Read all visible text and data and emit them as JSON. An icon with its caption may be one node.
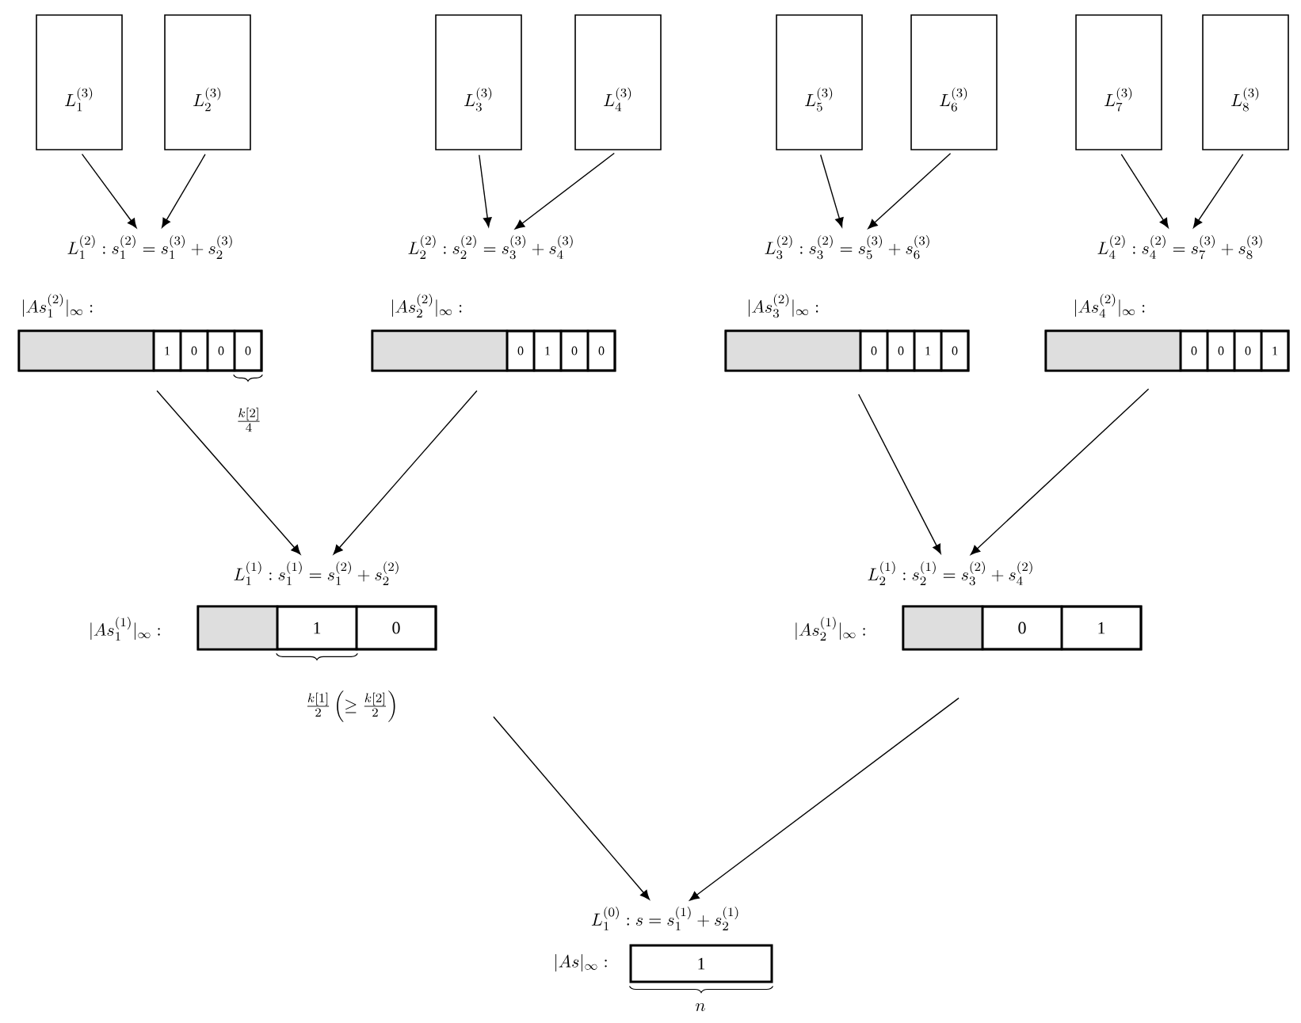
{
  "diagram": {
    "nodes": [
      {
        "text": [
          "L_1^{(3)}"
        ]
      },
      {
        "text": [
          "L_2^{(3)}"
        ]
      },
      {
        "text": [
          "L_3^{(3)}"
        ]
      },
      {
        "text": [
          "L_4^{(3)}"
        ]
      },
      {
        "text": [
          "L_5^{(3)}"
        ]
      },
      {
        "text": [
          "L_6^{(3)}"
        ]
      },
      {
        "text": [
          "L_7^{(3)}"
        ]
      },
      {
        "text": [
          "L_8^{(3)}"
        ]
      },
      {
        "text": [
          "L_1^{(2)}: s_1^{(2)} = s_1^{(3)} + s_2^{(3)}"
        ]
      },
      {
        "text": [],
        "shape": "bar",
        "beside": [
          "|As_1^{(2)}|_\\infty:"
        ]
      },
      {
        "text": [],
        "shape": "box",
        "in": 9
      },
      {
        "text": [
          "1"
        ],
        "in": 9
      },
      {
        "text": [
          "0"
        ],
        "in": 9
      },
      {
        "text": [
          "0"
        ],
        "in": 9
      },
      {
        "text": [
          "0"
        ],
        "in": 9
      },
      {
        "text": [
          "L_2^{(2)}: s_2^{(2)} = s_3^{(3)} + s_4^{(3)}"
        ]
      },
      {
        "text": [],
        "shape": "bar",
        "beside": [
          "|As_2^{(2)}|_\\infty:"
        ]
      },
      {
        "text": [],
        "shape": "box",
        "in": 16
      },
      {
        "text": [
          "0"
        ],
        "in": 16
      },
      {
        "text": [
          "1"
        ],
        "in": 16
      },
      {
        "text": [
          "0"
        ],
        "in": 16
      },
      {
        "text": [
          "0"
        ],
        "in": 16
      },
      {
        "text": [
          "L_3^{(2)}: s_3^{(2)} = s_5^{(3)} + s_6^{(3)}"
        ]
      },
      {
        "text": [],
        "shape": "bar",
        "beside": [
          "|As_3^{(2)}|_\\infty:"
        ]
      },
      {
        "text": [],
        "shape": "box",
        "in": 23
      },
      {
        "text": [
          "0"
        ],
        "in": 23
      },
      {
        "text": [
          "0"
        ],
        "in": 23
      },
      {
        "text": [
          "1"
        ],
        "in": 23
      },
      {
        "text": [
          "0"
        ],
        "in": 23
      },
      {
        "text": [
          "L_4^{(2)}: s_4^{(2)} = s_7^{(3)} + s_8^{(3)}"
        ]
      },
      {
        "text": [],
        "shape": "bar",
        "beside": [
          "|As_4^{(2)}|_\\infty:"
        ]
      },
      {
        "text": [],
        "shape": "box",
        "in": 30
      },
      {
        "text": [
          "0"
        ],
        "in": 30
      },
      {
        "text": [
          "0"
        ],
        "in": 30
      },
      {
        "text": [
          "0"
        ],
        "in": 30
      },
      {
        "text": [
          "1"
        ],
        "in": 30
      },
      {
        "text": [
          "L_1^{(1)}: s_1^{(1)} = s_1^{(2)} + s_2^{(2)}"
        ]
      },
      {
        "text": [],
        "shape": "bar",
        "beside": [
          "|As_1^{(1)}|_\\infty:"
        ]
      },
      {
        "text": [],
        "shape": "box",
        "in": 37
      },
      {
        "text": [
          "1"
        ],
        "in": 37
      },
      {
        "text": [
          "0"
        ],
        "in": 37
      },
      {
        "text": [
          "L_2^{(1)}: s_2^{(1)} = s_3^{(2)} + s_4^{(2)}"
        ]
      },
      {
        "text": [],
        "shape": "bar",
        "beside": [
          "|As_2^{(1)}|_\\infty:"
        ]
      },
      {
        "text": [],
        "shape": "box",
        "in": 42
      },
      {
        "text": [
          "0"
        ],
        "in": 42
      },
      {
        "text": [
          "1"
        ],
        "in": 42
      },
      {
        "text": [
          "L_1^{(0)}: s = s_1^{(1)} + s_2^{(1)}"
        ]
      },
      {
        "text": [
          "1"
        ],
        "beside": [
          "|As|_\\infty:"
        ]
      }
    ],
    "edges": [
      {
        "from": 0,
        "to": 8,
        "arrow": "to"
      },
      {
        "from": 1,
        "to": 8,
        "arrow": "to"
      },
      {
        "from": 2,
        "to": 15,
        "arrow": "to"
      },
      {
        "from": 3,
        "to": 15,
        "arrow": "to"
      },
      {
        "from": 4,
        "to": 22,
        "arrow": "to"
      },
      {
        "from": 5,
        "to": 22,
        "arrow": "to"
      },
      {
        "from": 6,
        "to": 29,
        "arrow": "to"
      },
      {
        "from": 7,
        "to": 29,
        "arrow": "to"
      },
      {
        "from": 9,
        "to": 36,
        "arrow": "to"
      },
      {
        "from": 16,
        "to": 36,
        "arrow": "to"
      },
      {
        "from": 23,
        "to": 41,
        "arrow": "to"
      },
      {
        "from": 30,
        "to": 41,
        "arrow": "to"
      },
      {
        "from": 37,
        "to": 46,
        "arrow": "to"
      },
      {
        "from": 42,
        "to": 46,
        "arrow": "to"
      }
    ],
    "labels": [
      "\\frac{k[2]}{4}",
      "\\frac{k[1]}{2}\\left(\\geq\\frac{k[2]}{2}\\right)",
      "n"
    ]
  }
}
